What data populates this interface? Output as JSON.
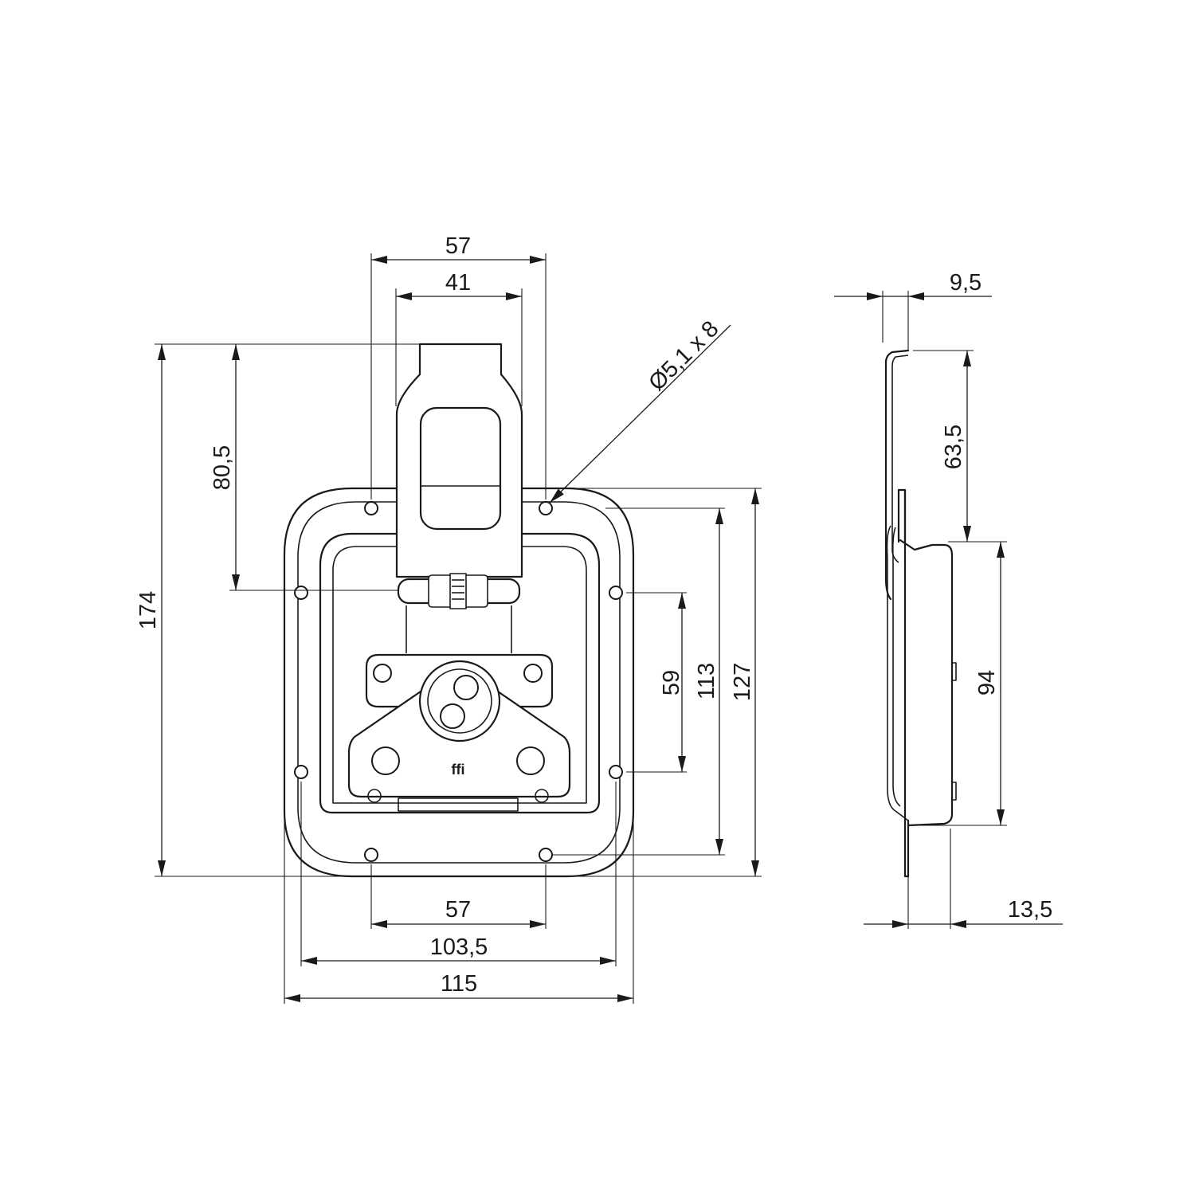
{
  "dimensions": {
    "top_outer_width": "57",
    "top_inner_width": "41",
    "diag_hole": "Ø5,1 x 8",
    "left_handle_height": "80,5",
    "left_total_height": "174",
    "right_59": "59",
    "right_113": "113",
    "right_127": "127",
    "bottom_57": "57",
    "bottom_103_5": "103,5",
    "bottom_115": "115",
    "side_9_5": "9,5",
    "side_63_5": "63,5",
    "side_94": "94",
    "side_13_5": "13,5"
  },
  "logo_text": "ffi",
  "colors": {
    "line": "#1a1a1a",
    "background": "#ffffff"
  }
}
